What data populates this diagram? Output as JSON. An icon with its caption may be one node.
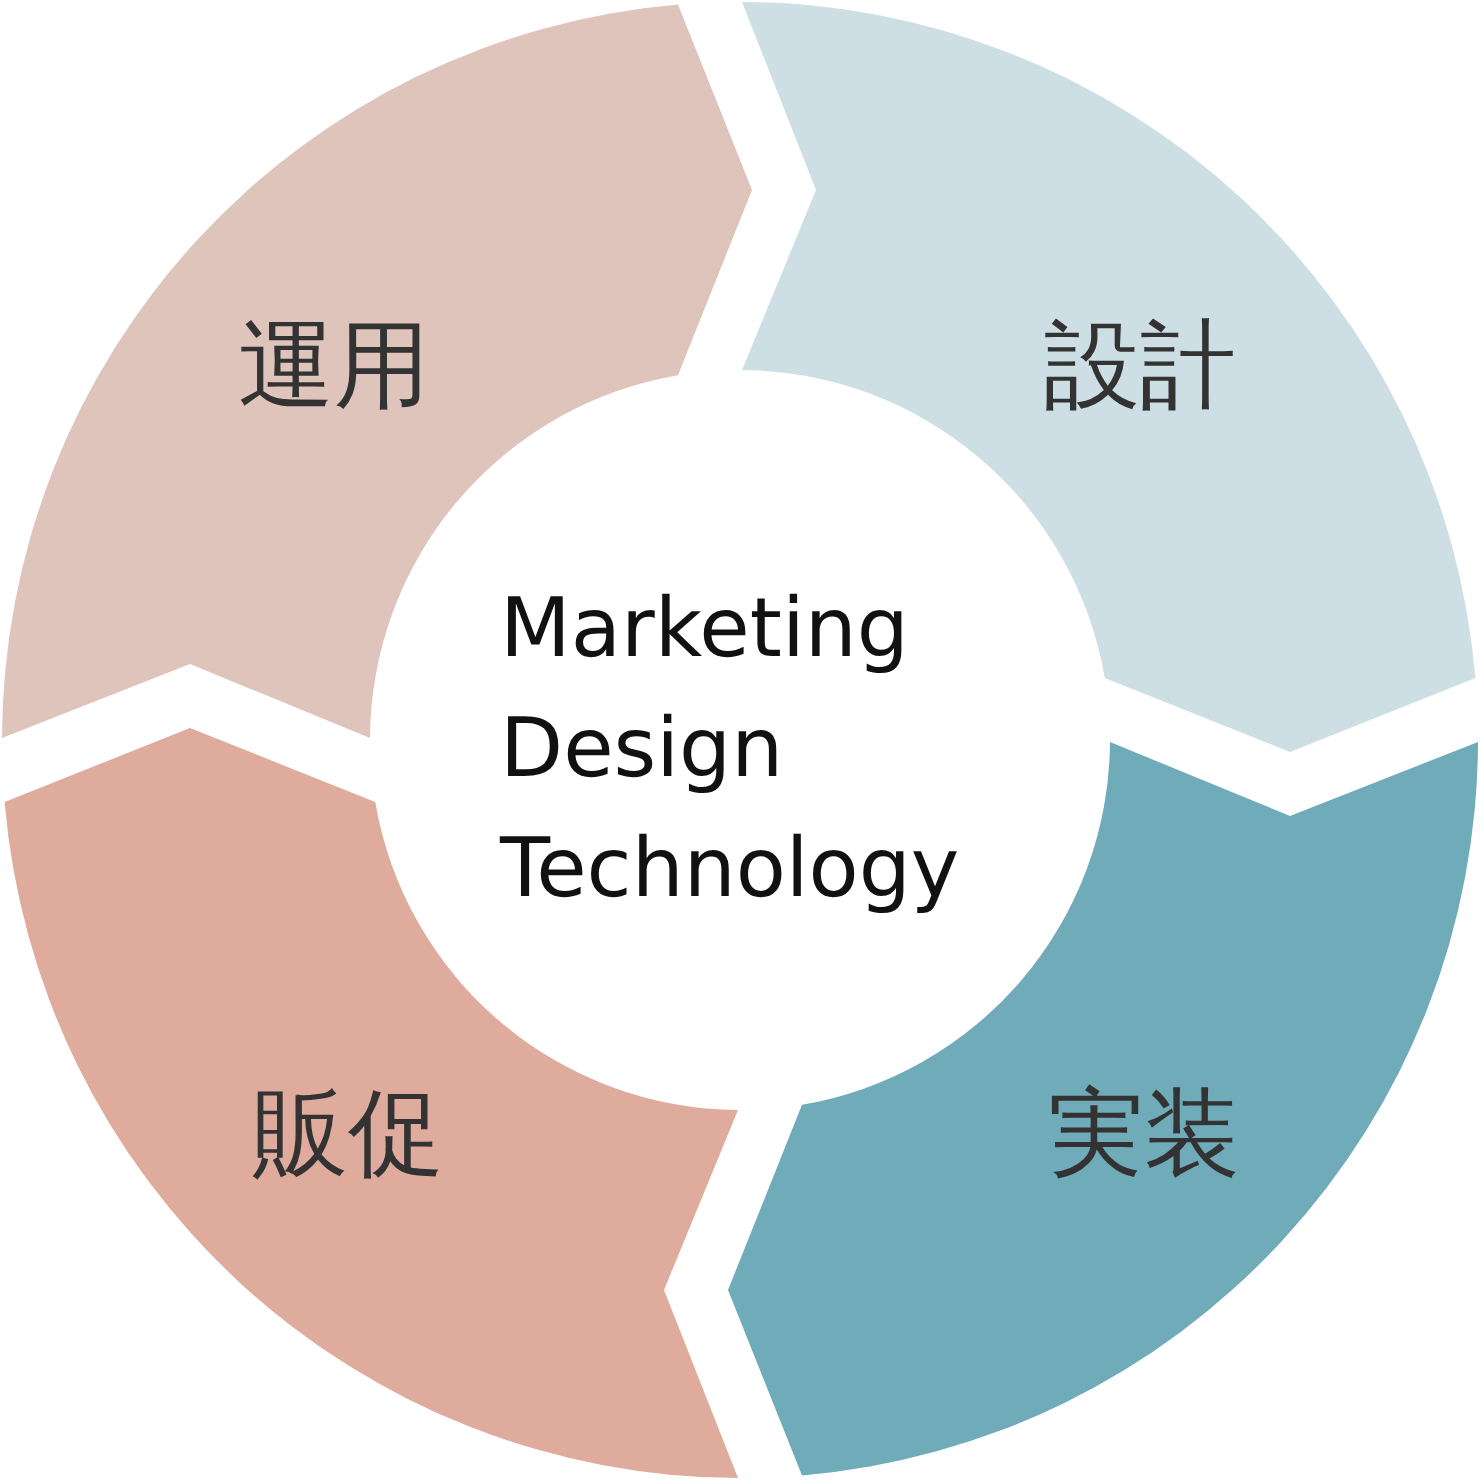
{
  "diagram": {
    "nodes": [
      {
        "text": [
          "Marketing Design Technology"
        ]
      },
      {
        "text": [
          "設計"
        ]
      },
      {
        "text": [
          "実装"
        ]
      },
      {
        "text": [
          "販促"
        ]
      },
      {
        "text": [
          "運用"
        ]
      }
    ]
  }
}
